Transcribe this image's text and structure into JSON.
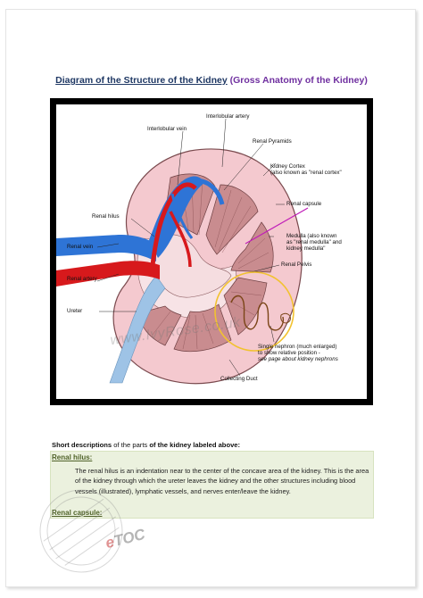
{
  "document": {
    "title_main": "Diagram of the Structure of the Kidney",
    "title_sub": "(Gross Anatomy of the Kidney)"
  },
  "diagram": {
    "labels": {
      "interlobular_artery": "Interlobular artery",
      "interlobular_vein": "Interlobular vein",
      "renal_pyramids": "Renal Pyramids",
      "kidney_cortex_1": "Kidney Cortex",
      "kidney_cortex_2": "(also known as \"renal cortex\"",
      "renal_capsule": "Renal capsule",
      "renal_hilus": "Renal hilus",
      "medulla_1": "Medulla (also known",
      "medulla_2": "as \"renal medulla\" and",
      "medulla_3": "kidney medulla\"",
      "renal_vein": "Renal vein",
      "renal_pelvis": "Renal Pelvis",
      "renal_artery": "Renal artery",
      "ureter": "Ureter",
      "nephron_1": "Single nephron (much enlarged)",
      "nephron_2": "to show relative position -",
      "nephron_3": "see page about kidney nephrons",
      "collecting_duct": "Collecting Duct"
    },
    "watermark": "www.IvyRose.co.uk",
    "colors": {
      "cortex": "#f4c9cf",
      "medulla": "#c98c8f",
      "artery": "#d7191c",
      "vein": "#2e74d6",
      "ureter": "#9ec3e6",
      "capsule_line": "#c01db8",
      "nephron_circle": "#f2c230"
    }
  },
  "descriptions": {
    "heading_bold1": "Short descriptions",
    "heading_normal1": "of the",
    "heading_normal2": "parts",
    "heading_bold2": "of the kidney labeled above:",
    "renal_hilus_term": "Renal hilus:",
    "renal_hilus_text": "The renal hilus is an indentation near to the center of the concave area of the kidney. This is the area of the kidney through which the ureter leaves the kidney and the other structures including blood vessels (illustrated), lymphatic vessels, and nerves enter/leave the kidney.",
    "renal_capsule_term": "Renal capsule:"
  },
  "branding": {
    "logo_e": "e",
    "logo_rest": "TOC"
  }
}
